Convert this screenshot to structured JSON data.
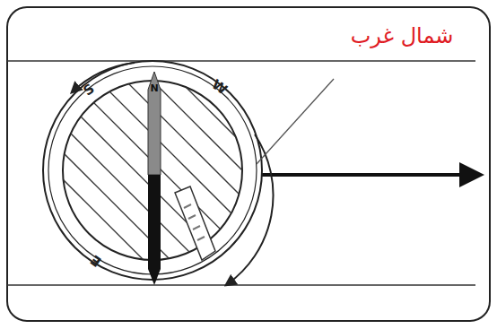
{
  "diagram": {
    "labels": [
      "شمال غرب",
      "S",
      "N",
      "W",
      "E"
    ]
  }
}
